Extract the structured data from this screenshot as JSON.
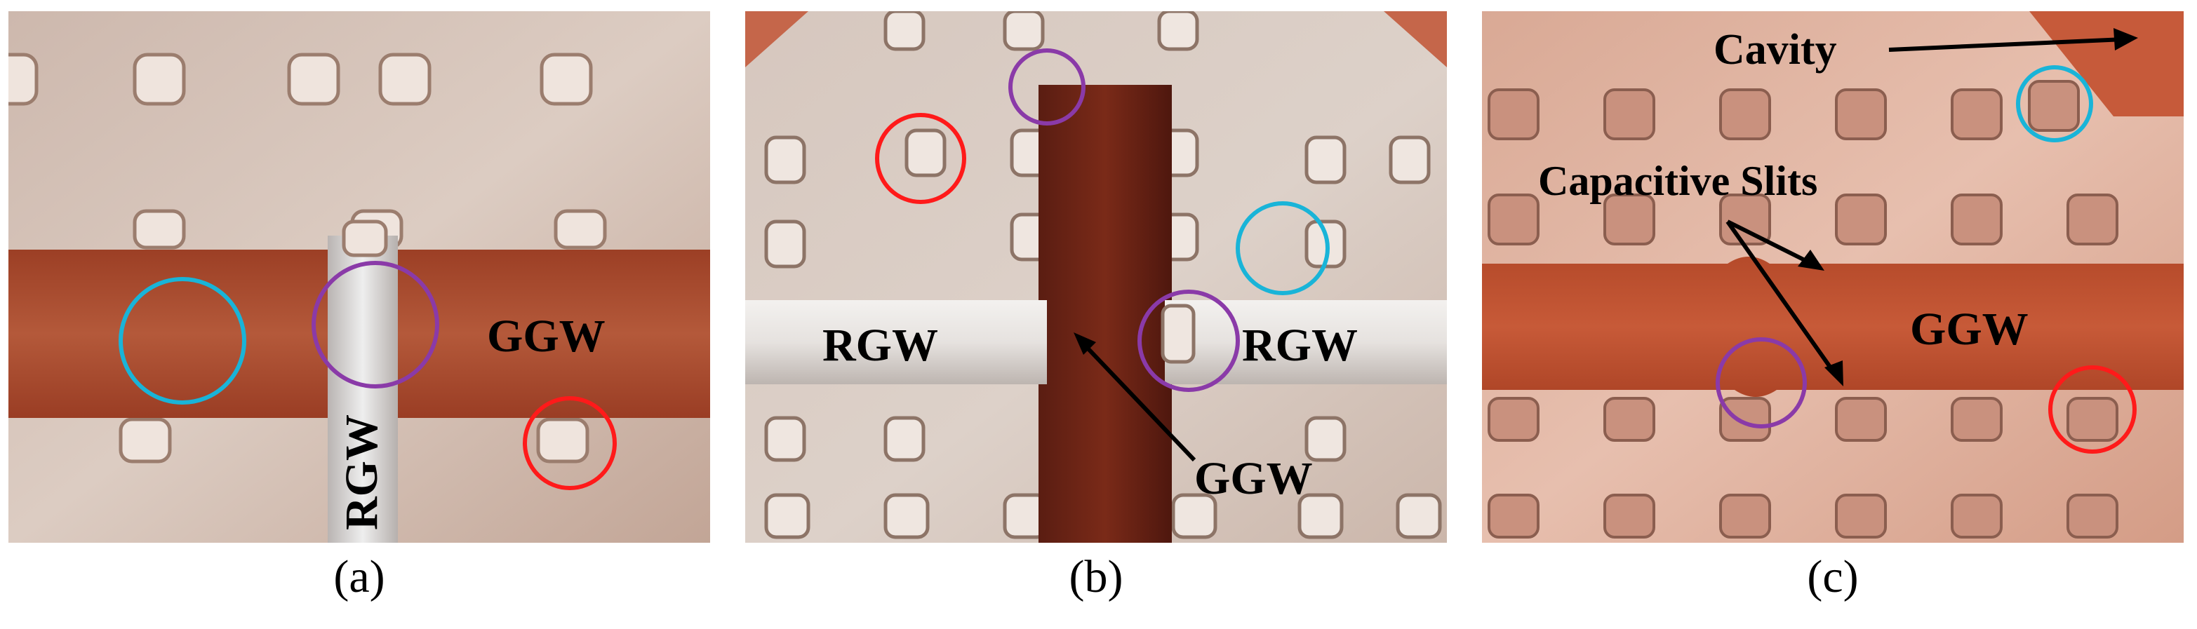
{
  "panels": {
    "a": {
      "caption": "(a)",
      "labels": {
        "ggw": "GGW",
        "rgw": "RGW"
      }
    },
    "b": {
      "caption": "(b)",
      "labels": {
        "rgw_left": "RGW",
        "rgw_right": "RGW",
        "ggw": "GGW"
      }
    },
    "c": {
      "caption": "(c)",
      "labels": {
        "cavity": "Cavity",
        "slits": "Capacitive Slits",
        "ggw": "GGW"
      }
    }
  },
  "colors": {
    "ring_red": "#ff1a1a",
    "ring_blue": "#19b4d8",
    "ring_purple": "#8a3aa8",
    "copper": "#b5583a",
    "silver": "#d8cbc2"
  }
}
